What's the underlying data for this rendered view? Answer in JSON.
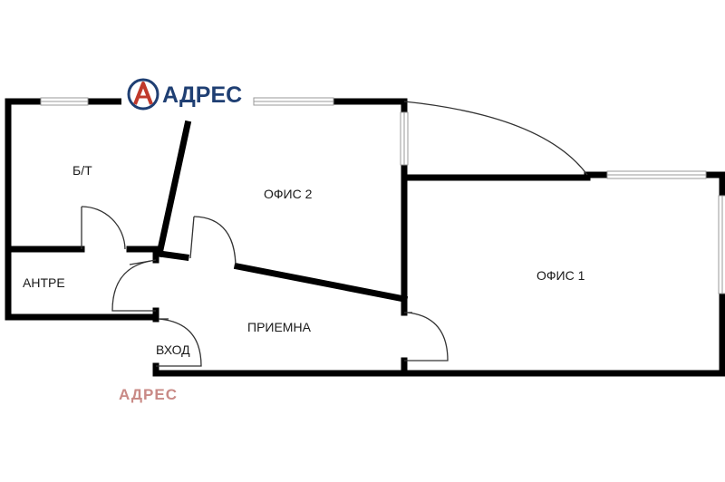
{
  "logo": {
    "name": "АДРЕС",
    "accent": "#c0392b",
    "brand": "#1f3f73"
  },
  "watermark": {
    "text": "АДРЕС",
    "color": "#c98a86"
  },
  "rooms": {
    "bathroom": "Б/Т",
    "office2": "ОФИС 2",
    "hallway": "АНТРЕ",
    "office1": "ОФИС 1",
    "reception": "ПРИЕМНА",
    "entrance": "ВХОД"
  },
  "colors": {
    "wall": "#000000",
    "window": "#9a9a9a",
    "door": "#333333"
  }
}
